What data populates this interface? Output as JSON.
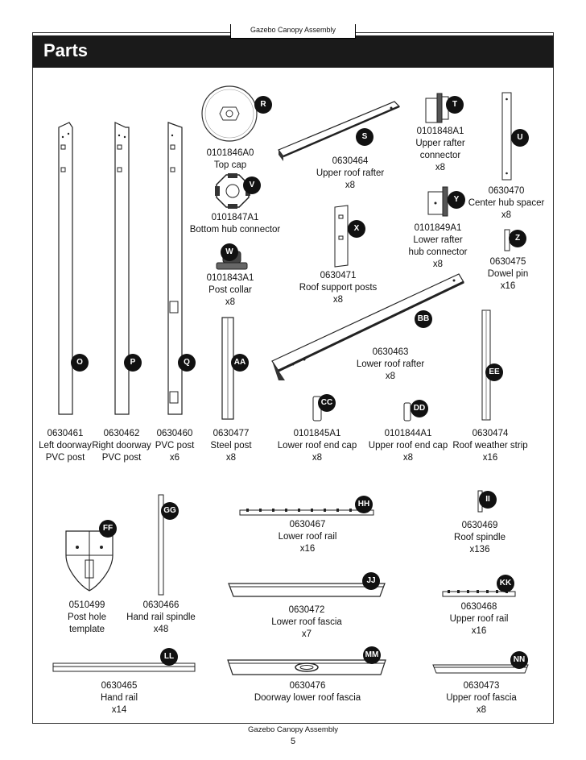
{
  "header": {
    "running_title": "Gazebo Canopy Assembly",
    "section_title": "Parts"
  },
  "footer": {
    "title": "Gazebo Canopy Assembly",
    "page_number": "5"
  },
  "parts": {
    "R": {
      "badge": "R",
      "code": "0101846A0",
      "name": "Top cap"
    },
    "S": {
      "badge": "S",
      "code": "0630464",
      "name": "Upper roof rafter",
      "qty": "x8"
    },
    "T": {
      "badge": "T",
      "code": "0101848A1",
      "name1": "Upper rafter",
      "name2": "connector",
      "qty": "x8"
    },
    "U": {
      "badge": "U",
      "code": "0630470",
      "name": "Center hub spacer",
      "qty": "x8"
    },
    "V": {
      "badge": "V",
      "code": "0101847A1",
      "name": "Bottom hub connector"
    },
    "X": {
      "badge": "X",
      "code": "0630471",
      "name": "Roof support posts",
      "qty": "x8"
    },
    "Y": {
      "badge": "Y",
      "code": "0101849A1",
      "name1": "Lower rafter",
      "name2": "hub connector",
      "qty": "x8"
    },
    "Z": {
      "badge": "Z",
      "code": "0630475",
      "name": "Dowel pin",
      "qty": "x16"
    },
    "W": {
      "badge": "W",
      "code": "0101843A1",
      "name": "Post collar",
      "qty": "x8"
    },
    "O": {
      "badge": "O",
      "code": "0630461",
      "name1": "Left doorway",
      "name2": "PVC post"
    },
    "P": {
      "badge": "P",
      "code": "0630462",
      "name1": "Right doorway",
      "name2": "PVC post"
    },
    "Q": {
      "badge": "Q",
      "code": "0630460",
      "name1": "PVC post",
      "qty": "x6"
    },
    "AA": {
      "badge": "AA",
      "code": "0630477",
      "name": "Steel post",
      "qty": "x8"
    },
    "BB": {
      "badge": "BB",
      "code": "0630463",
      "name": "Lower roof rafter",
      "qty": "x8"
    },
    "CC": {
      "badge": "CC",
      "code": "0101845A1",
      "name": "Lower roof end cap",
      "qty": "x8"
    },
    "DD": {
      "badge": "DD",
      "code": "0101844A1",
      "name": "Upper roof end cap",
      "qty": "x8"
    },
    "EE": {
      "badge": "EE",
      "code": "0630474",
      "name": "Roof weather strip",
      "qty": "x16"
    },
    "FF": {
      "badge": "FF",
      "code": "0510499",
      "name1": "Post hole",
      "name2": "template"
    },
    "GG": {
      "badge": "GG",
      "code": "0630466",
      "name": "Hand rail spindle",
      "qty": "x48"
    },
    "HH": {
      "badge": "HH",
      "code": "0630467",
      "name": "Lower roof rail",
      "qty": "x16"
    },
    "II": {
      "badge": "II",
      "code": "0630469",
      "name": "Roof spindle",
      "qty": "x136"
    },
    "JJ": {
      "badge": "JJ",
      "code": "0630472",
      "name": "Lower roof fascia",
      "qty": "x7"
    },
    "KK": {
      "badge": "KK",
      "code": "0630468",
      "name": "Upper roof rail",
      "qty": "x16"
    },
    "LL": {
      "badge": "LL",
      "code": "0630465",
      "name": "Hand rail",
      "qty": "x14"
    },
    "MM": {
      "badge": "MM",
      "code": "0630476",
      "name": "Doorway lower roof fascia"
    },
    "NN": {
      "badge": "NN",
      "code": "0630473",
      "name": "Upper roof fascia",
      "qty": "x8"
    }
  }
}
